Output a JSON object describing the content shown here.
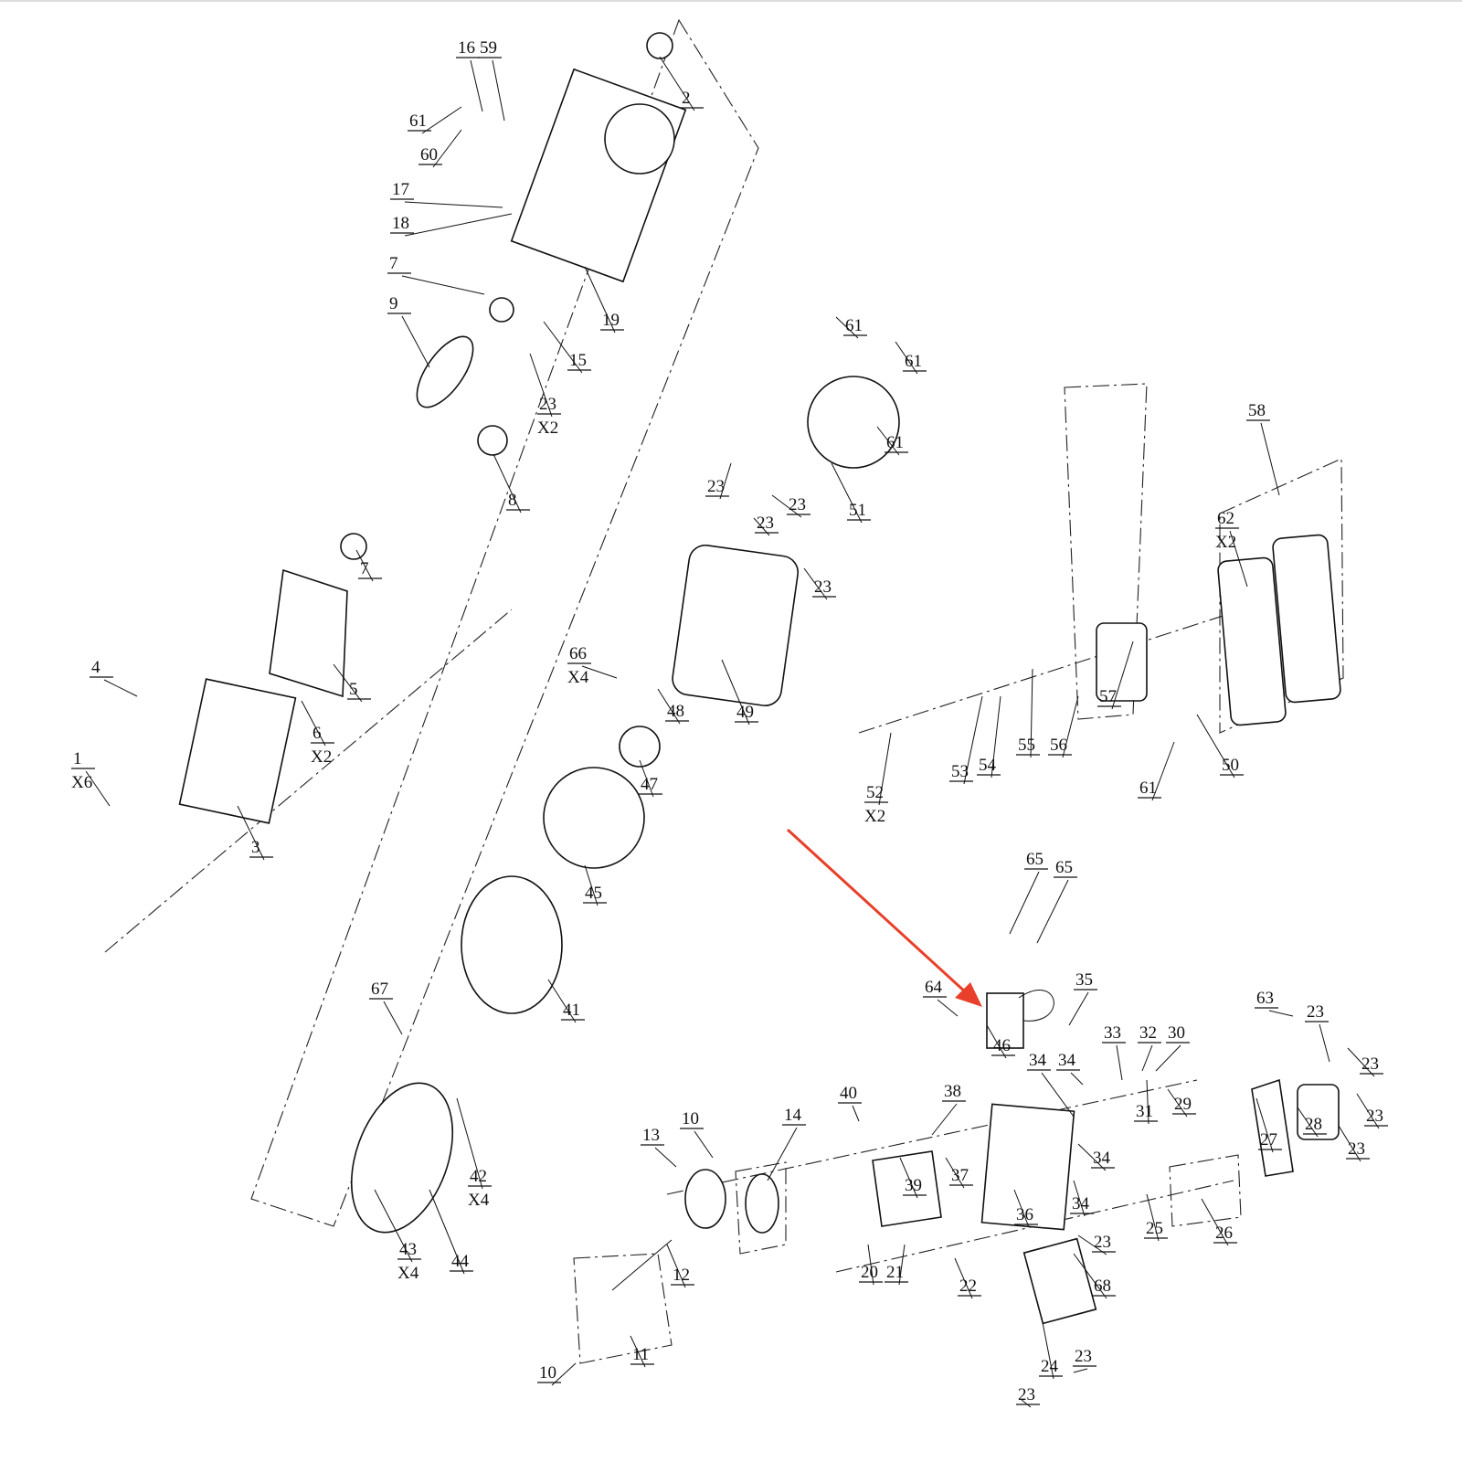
{
  "title": "Engine exploded parts diagram",
  "colors": {
    "arrow": "#e8402a",
    "lines": "#111111"
  },
  "labels": [
    {
      "num": "16"
    },
    {
      "num": "59"
    },
    {
      "num": "61"
    },
    {
      "num": "60"
    },
    {
      "num": "17"
    },
    {
      "num": "18"
    },
    {
      "num": "7"
    },
    {
      "num": "9"
    },
    {
      "num": "2"
    },
    {
      "num": "19"
    },
    {
      "num": "15"
    },
    {
      "num": "23",
      "qty": "X2"
    },
    {
      "num": "8"
    },
    {
      "num": "7"
    },
    {
      "num": "5"
    },
    {
      "num": "4"
    },
    {
      "num": "6",
      "qty": "X2"
    },
    {
      "num": "1",
      "qty": "X6"
    },
    {
      "num": "3"
    },
    {
      "num": "61"
    },
    {
      "num": "61"
    },
    {
      "num": "61"
    },
    {
      "num": "23"
    },
    {
      "num": "23"
    },
    {
      "num": "23"
    },
    {
      "num": "51"
    },
    {
      "num": "23"
    },
    {
      "num": "66",
      "qty": "X4"
    },
    {
      "num": "48"
    },
    {
      "num": "49"
    },
    {
      "num": "47"
    },
    {
      "num": "45"
    },
    {
      "num": "41"
    },
    {
      "num": "67"
    },
    {
      "num": "42",
      "qty": "X4"
    },
    {
      "num": "43",
      "qty": "X4"
    },
    {
      "num": "44"
    },
    {
      "num": "58"
    },
    {
      "num": "62",
      "qty": "X2"
    },
    {
      "num": "57"
    },
    {
      "num": "56"
    },
    {
      "num": "55"
    },
    {
      "num": "54"
    },
    {
      "num": "53"
    },
    {
      "num": "52",
      "qty": "X2"
    },
    {
      "num": "61"
    },
    {
      "num": "50"
    },
    {
      "num": "65"
    },
    {
      "num": "65"
    },
    {
      "num": "35"
    },
    {
      "num": "64"
    },
    {
      "num": "46"
    },
    {
      "num": "33"
    },
    {
      "num": "32"
    },
    {
      "num": "30"
    },
    {
      "num": "34"
    },
    {
      "num": "34"
    },
    {
      "num": "63"
    },
    {
      "num": "23"
    },
    {
      "num": "23"
    },
    {
      "num": "38"
    },
    {
      "num": "29"
    },
    {
      "num": "31"
    },
    {
      "num": "23"
    },
    {
      "num": "28"
    },
    {
      "num": "27"
    },
    {
      "num": "23"
    },
    {
      "num": "40"
    },
    {
      "num": "10"
    },
    {
      "num": "13"
    },
    {
      "num": "14"
    },
    {
      "num": "39"
    },
    {
      "num": "37"
    },
    {
      "num": "34"
    },
    {
      "num": "36"
    },
    {
      "num": "34"
    },
    {
      "num": "25"
    },
    {
      "num": "26"
    },
    {
      "num": "23"
    },
    {
      "num": "68"
    },
    {
      "num": "20"
    },
    {
      "num": "21"
    },
    {
      "num": "22"
    },
    {
      "num": "12"
    },
    {
      "num": "11"
    },
    {
      "num": "10"
    },
    {
      "num": "24"
    },
    {
      "num": "23"
    },
    {
      "num": "23"
    }
  ]
}
